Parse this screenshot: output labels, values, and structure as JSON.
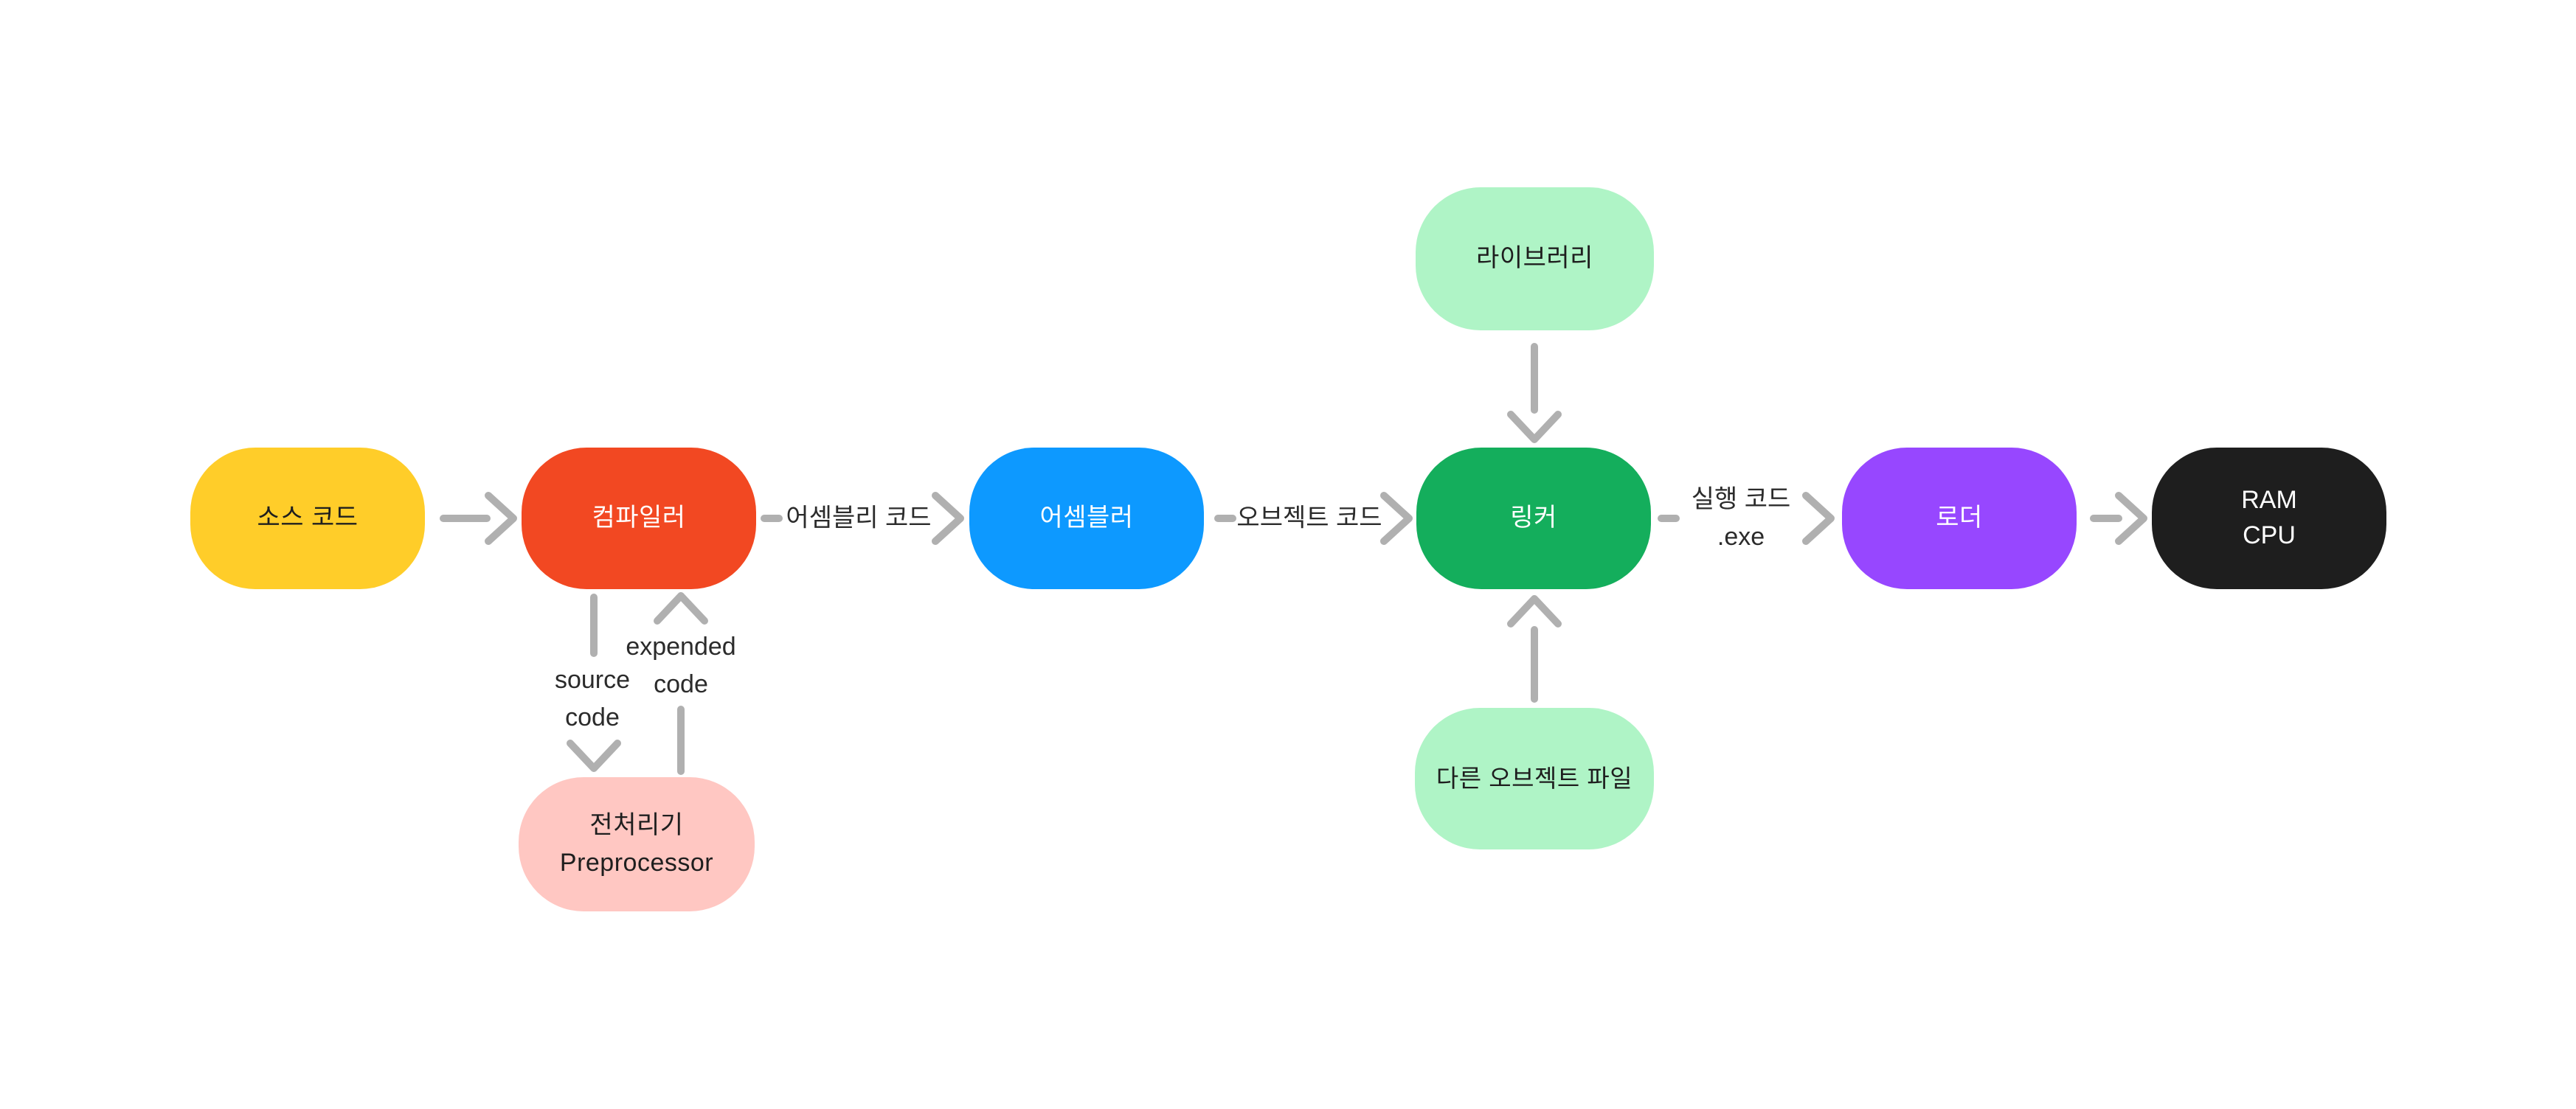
{
  "diagram": {
    "background": "#ffffff",
    "colors": {
      "arrow": "#B0B0B0",
      "dark_text": "#1E1E1E",
      "light_text": "#FFFFFF",
      "edge_label_text": "#2B2B2B"
    },
    "nodes": [
      {
        "id": "source-code",
        "label": "소스 코드",
        "bg": "#FFCD29",
        "fg": "#1E1E1E"
      },
      {
        "id": "compiler",
        "label": "컴파일러",
        "bg": "#F24822",
        "fg": "#FFFFFF"
      },
      {
        "id": "assembler",
        "label": "어셈블러",
        "bg": "#0D99FF",
        "fg": "#FFFFFF"
      },
      {
        "id": "linker",
        "label": "링커",
        "bg": "#14AE5C",
        "fg": "#FFFFFF"
      },
      {
        "id": "loader",
        "label": "로더",
        "bg": "#9747FF",
        "fg": "#FFFFFF"
      },
      {
        "id": "ram-cpu",
        "label": "RAM\nCPU",
        "bg": "#1E1E1E",
        "fg": "#FFFFFF"
      },
      {
        "id": "library",
        "label": "라이브러리",
        "bg": "#AFF4C6",
        "fg": "#1E1E1E"
      },
      {
        "id": "other-object-files",
        "label": "다른 오브젝트 파일",
        "bg": "#AFF4C6",
        "fg": "#1E1E1E"
      },
      {
        "id": "preprocessor",
        "label": "전처리기\nPreprocessor",
        "bg": "#FFC7C2",
        "fg": "#1E1E1E"
      }
    ],
    "edges": [
      {
        "from": "source-code",
        "to": "compiler",
        "label": ""
      },
      {
        "from": "compiler",
        "to": "assembler",
        "label": "어셈블리 코드"
      },
      {
        "from": "assembler",
        "to": "linker",
        "label": "오브젝트 코드"
      },
      {
        "from": "linker",
        "to": "loader",
        "label": "실행 코드\n.exe"
      },
      {
        "from": "loader",
        "to": "ram-cpu",
        "label": ""
      },
      {
        "from": "library",
        "to": "linker",
        "label": ""
      },
      {
        "from": "other-object-files",
        "to": "linker",
        "label": ""
      },
      {
        "from": "compiler",
        "to": "preprocessor",
        "label": "source\ncode"
      },
      {
        "from": "preprocessor",
        "to": "compiler",
        "label": "expended\ncode"
      }
    ]
  }
}
